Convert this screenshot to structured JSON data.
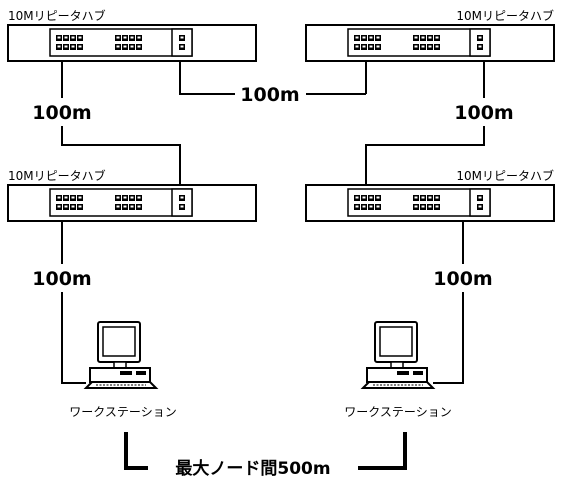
{
  "hubs": [
    {
      "label": "10Mリピータハブ"
    },
    {
      "label": "10Mリピータハブ"
    },
    {
      "label": "10Mリピータハブ"
    },
    {
      "label": "10Mリピータハブ"
    }
  ],
  "distances": {
    "top_link": "100m",
    "left_upper": "100m",
    "right_upper": "100m",
    "left_lower": "100m",
    "right_lower": "100m"
  },
  "workstations": [
    {
      "label": "ワークステーション"
    },
    {
      "label": "ワークステーション"
    }
  ],
  "max_length_label": "最大ノード間500m"
}
